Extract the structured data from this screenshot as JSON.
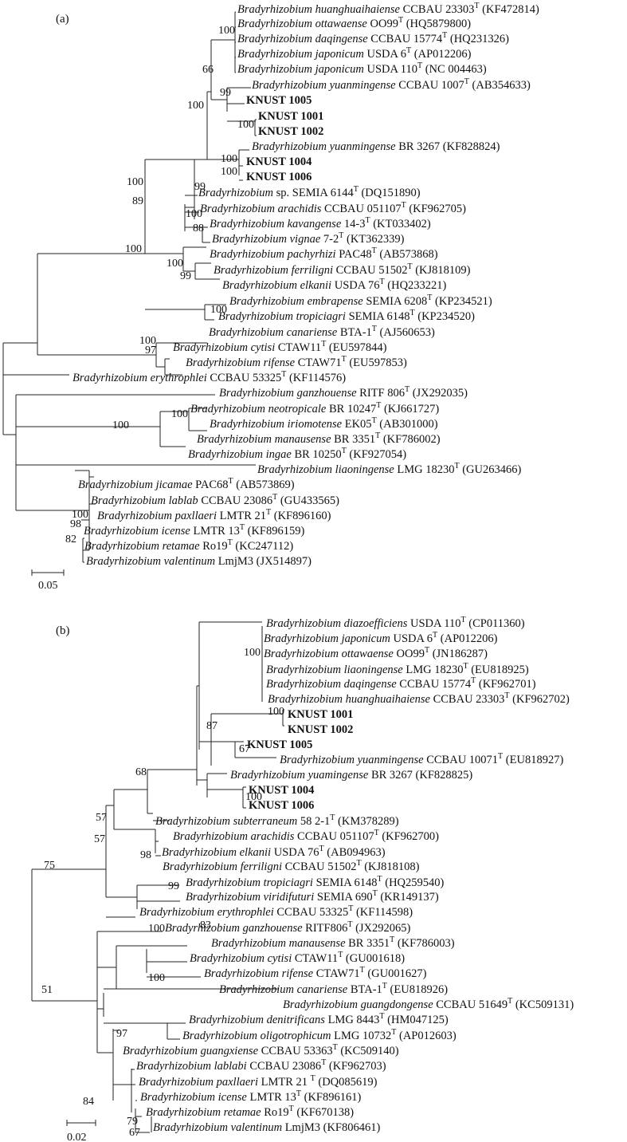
{
  "panels": [
    {
      "label": "(a)",
      "scale_label": "0.05",
      "taxa": [
        {
          "genus": "Bradyrhizobium",
          "species": "huanghuaihaiense",
          "strain": "CCBAU 23303",
          "type": true,
          "acc": "(KF472814)"
        },
        {
          "genus": "Bradyrhizobium",
          "species": "ottawaense",
          "strain": "OO99",
          "type": true,
          "acc": "(HQ5879800)"
        },
        {
          "genus": "Bradyrhizobium",
          "species": "daqingense",
          "strain": "CCBAU 15774",
          "type": true,
          "acc": "(HQ231326)"
        },
        {
          "genus": "Bradyrhizobium",
          "species": "japonicum",
          "strain": "USDA 6",
          "type": true,
          "acc": "(AP012206)"
        },
        {
          "genus": "Bradyrhizobium",
          "species": "japonicum",
          "strain": "USDA 110",
          "type": true,
          "acc": "(NC 004463)"
        },
        {
          "genus": "Bradyrhizobium",
          "species": "yuanmingense",
          "strain": "CCBAU 1007",
          "type": true,
          "acc": "(AB354633)"
        },
        {
          "genus": "",
          "species": "",
          "strain": "KNUST 1005",
          "type": false,
          "acc": "",
          "bold": true
        },
        {
          "genus": "",
          "species": "",
          "strain": "KNUST 1001",
          "type": false,
          "acc": "",
          "bold": true
        },
        {
          "genus": "",
          "species": "",
          "strain": "KNUST 1002",
          "type": false,
          "acc": "",
          "bold": true
        },
        {
          "genus": "Bradyrhizobium",
          "species": "yuanmingense",
          "strain": "BR 3267",
          "type": false,
          "acc": "(KF828824)"
        },
        {
          "genus": "",
          "species": "",
          "strain": "KNUST 1004",
          "type": false,
          "acc": "",
          "bold": true
        },
        {
          "genus": "",
          "species": "",
          "strain": "KNUST 1006",
          "type": false,
          "acc": "",
          "bold": true
        },
        {
          "genus": "Bradyrhizobium",
          "species": "",
          "strain": "sp. SEMIA 6144",
          "type": true,
          "acc": "(DQ151890)"
        },
        {
          "genus": "Bradyrhizobium",
          "species": "arachidis",
          "strain": "CCBAU 051107",
          "type": true,
          "acc": "(KF962705)"
        },
        {
          "genus": "Bradyrhizobium",
          "species": "kavangense",
          "strain": "14-3",
          "type": true,
          "acc": "(KT033402)"
        },
        {
          "genus": "Bradyrhizobium",
          "species": "vignae",
          "strain": "7-2",
          "type": true,
          "acc": "(KT362339)"
        },
        {
          "genus": "Bradyrhizobium",
          "species": "pachyrhizi",
          "strain": "PAC48",
          "type": true,
          "acc": "(AB573868)"
        },
        {
          "genus": "Bradyrhizobium",
          "species": "ferriligni",
          "strain": "CCBAU 51502",
          "type": true,
          "acc": "(KJ818109)"
        },
        {
          "genus": "Bradyrhizobium",
          "species": "elkanii",
          "strain": "USDA 76",
          "type": true,
          "acc": "(HQ233221)"
        },
        {
          "genus": "Bradyrhizobium",
          "species": "embrapense",
          "strain": "SEMIA 6208",
          "type": true,
          "acc": "(KP234521)"
        },
        {
          "genus": "Bradyrhizobium",
          "species": "tropiciagri",
          "strain": "SEMIA 6148",
          "type": true,
          "acc": "(KP234520)"
        },
        {
          "genus": "Bradyrhizobium",
          "species": "canariense",
          "strain": "BTA-1",
          "type": true,
          "acc": "(AJ560653)"
        },
        {
          "genus": "Bradyrhizobium",
          "species": "cytisi",
          "strain": "CTAW11",
          "type": true,
          "acc": "(EU597844)"
        },
        {
          "genus": "Bradyrhizobium",
          "species": "rifense",
          "strain": "CTAW71",
          "type": true,
          "acc": "(EU597853)"
        },
        {
          "genus": "Bradyrhizobium",
          "species": "erythrophlei",
          "strain": "CCBAU 53325",
          "type": true,
          "acc": "(KF114576)"
        },
        {
          "genus": "Bradyrhizobium",
          "species": "ganzhouense",
          "strain": "RITF 806",
          "type": true,
          "acc": "(JX292035)"
        },
        {
          "genus": "Bradyrhizobium",
          "species": "neotropicale",
          "strain": "BR 10247",
          "type": true,
          "acc": "(KJ661727)"
        },
        {
          "genus": "Bradyrhizobium",
          "species": "iriomotense",
          "strain": "EK05",
          "type": true,
          "acc": "(AB301000)"
        },
        {
          "genus": "Bradyrhizobium",
          "species": "manausense",
          "strain": "BR 3351",
          "type": true,
          "acc": "(KF786002)"
        },
        {
          "genus": "Bradyrhizobium",
          "species": "ingae",
          "strain": "BR 10250",
          "type": true,
          "acc": "(KF927054)"
        },
        {
          "genus": "Bradyrhizobium",
          "species": "liaoningense",
          "strain": "LMG 18230",
          "type": true,
          "acc": "(GU263466)"
        },
        {
          "genus": "Bradyrhizobium",
          "species": "jicamae",
          "strain": "PAC68",
          "type": true,
          "acc": "(AB573869)"
        },
        {
          "genus": "Bradyrhizobium",
          "species": "lablab",
          "strain": "CCBAU 23086",
          "type": true,
          "acc": "(GU433565)"
        },
        {
          "genus": "Bradyrhizobium",
          "species": "paxllaeri",
          "strain": "LMTR 21",
          "type": true,
          "acc": "(KF896160)"
        },
        {
          "genus": "Bradyrhizobium",
          "species": "icense",
          "strain": "LMTR 13",
          "type": true,
          "acc": "(KF896159)"
        },
        {
          "genus": "Bradyrhizobium",
          "species": "retamae",
          "strain": "Ro19",
          "type": true,
          "acc": "(KC247112)"
        },
        {
          "genus": "Bradyrhizobium",
          "species": "valentinum",
          "strain": "LmjM3",
          "type": false,
          "acc": "(JX514897)"
        }
      ],
      "bootstrap": [
        "100",
        "66",
        "99",
        "100",
        "100",
        "100",
        "100",
        "100",
        "99",
        "100",
        "88",
        "89",
        "100",
        "100",
        "99",
        "100",
        "100",
        "97",
        "100",
        "100",
        "100",
        "98",
        "82"
      ]
    },
    {
      "label": "(b)",
      "scale_label": "0.02",
      "taxa": [
        {
          "genus": "Bradyrhizobium",
          "species": "diazoefficiens",
          "strain": "USDA 110",
          "type": true,
          "acc": "(CP011360)"
        },
        {
          "genus": "Bradyrhizobium",
          "species": "japonicum",
          "strain": "USDA 6",
          "type": true,
          "acc": "(AP012206)"
        },
        {
          "genus": "Bradyrhizobium",
          "species": "ottawaense",
          "strain": "OO99",
          "type": true,
          "acc": "(JN186287)"
        },
        {
          "genus": "Bradyrhizobium",
          "species": "liaoningense",
          "strain": "LMG 18230",
          "type": true,
          "acc": "(EU818925)"
        },
        {
          "genus": "Bradyrhizobium",
          "species": "daqingense",
          "strain": "CCBAU 15774",
          "type": true,
          "acc": "(KF962701)"
        },
        {
          "genus": "Bradyrhizobium",
          "species": "huanghuaihaiense",
          "strain": "CCBAU 23303",
          "type": true,
          "acc": "(KF962702)"
        },
        {
          "genus": "",
          "species": "",
          "strain": "KNUST 1001",
          "type": false,
          "acc": "",
          "bold": true
        },
        {
          "genus": "",
          "species": "",
          "strain": "KNUST 1002",
          "type": false,
          "acc": "",
          "bold": true
        },
        {
          "genus": "",
          "species": "",
          "strain": "KNUST 1005",
          "type": false,
          "acc": "",
          "bold": true
        },
        {
          "genus": "Bradyrhizobium",
          "species": "yuanmingense",
          "strain": "CCBAU 10071",
          "type": true,
          "acc": "(EU818927)"
        },
        {
          "genus": "Bradyrhizobium",
          "species": "yuamingense",
          "strain": "BR 3267",
          "type": false,
          "acc": "(KF828825)"
        },
        {
          "genus": "",
          "species": "",
          "strain": "KNUST 1004",
          "type": false,
          "acc": "",
          "bold": true
        },
        {
          "genus": "",
          "species": "",
          "strain": "KNUST 1006",
          "type": false,
          "acc": "",
          "bold": true
        },
        {
          "genus": "Bradyrhizobium",
          "species": "subterraneum",
          "strain": "58 2-1",
          "type": true,
          "acc": "(KM378289)"
        },
        {
          "genus": "Bradyrhizobium",
          "species": "arachidis",
          "strain": "CCBAU 051107",
          "type": true,
          "acc": "(KF962700)"
        },
        {
          "genus": "Bradyrhizobium",
          "species": "elkanii",
          "strain": "USDA 76",
          "type": true,
          "acc": "(AB094963)"
        },
        {
          "genus": "Bradyrhizobium",
          "species": "ferriligni",
          "strain": "CCBAU 51502",
          "type": true,
          "acc": "(KJ818108)"
        },
        {
          "genus": "Bradyrhizobium",
          "species": "tropiciagri",
          "strain": "SEMIA 6148",
          "type": true,
          "acc": "(HQ259540)"
        },
        {
          "genus": "Bradyrhizobium",
          "species": "viridifuturi",
          "strain": "SEMIA 690",
          "type": true,
          "acc": "(KR149137)"
        },
        {
          "genus": "Bradyrhizobium",
          "species": "erythrophlei",
          "strain": "CCBAU 53325",
          "type": true,
          "acc": "(KF114598)"
        },
        {
          "genus": "Bradyrhizobium",
          "species": "ganzhouense",
          "strain": "RITF806",
          "type": true,
          "acc": "(JX292065)"
        },
        {
          "genus": "Bradyrhizobium",
          "species": "manausense",
          "strain": "BR 3351",
          "type": true,
          "acc": "(KF786003)"
        },
        {
          "genus": "Bradyrhizobium",
          "species": "cytisi",
          "strain": "CTAW11",
          "type": true,
          "acc": "(GU001618)"
        },
        {
          "genus": "Bradyrhizobium",
          "species": "rifense",
          "strain": "CTAW71",
          "type": true,
          "acc": "(GU001627)"
        },
        {
          "genus": "Bradyrhizobium",
          "species": "canariense",
          "strain": "BTA-1",
          "type": true,
          "acc": "(EU818926)"
        },
        {
          "genus": "Bradyrhizobium",
          "species": "guangdongense",
          "strain": "CCBAU 51649",
          "type": true,
          "acc": "(KC509131)"
        },
        {
          "genus": "Bradyrhizobium",
          "species": "denitrificans",
          "strain": "LMG 8443",
          "type": true,
          "acc": "(HM047125)"
        },
        {
          "genus": "Bradyrhizobium",
          "species": "oligotrophicum",
          "strain": "LMG 10732",
          "type": true,
          "acc": "(AP012603)"
        },
        {
          "genus": "Bradyrhizobium",
          "species": "guangxiense",
          "strain": "CCBAU 53363",
          "type": true,
          "acc": "(KC509140)"
        },
        {
          "genus": "Bradyrhizobium",
          "species": "lablabi",
          "strain": "CCBAU 23086",
          "type": true,
          "acc": "(KF962703)"
        },
        {
          "genus": "Bradyrhizobium",
          "species": "paxllaeri",
          "strain": "LMTR 21 ",
          "type": true,
          "acc": "(DQ085619)"
        },
        {
          "genus": "Bradyrhizobium",
          "species": "icense",
          "strain": "LMTR 13",
          "type": true,
          "acc": "(KF896161)"
        },
        {
          "genus": "Bradyrhizobium",
          "species": "retamae",
          "strain": "Ro19",
          "type": true,
          "acc": "(KF670138)"
        },
        {
          "genus": "Bradyrhizobium",
          "species": "valentinum",
          "strain": "LmjM3",
          "type": false,
          "acc": "(KF806461)"
        }
      ],
      "bootstrap": [
        "100",
        "100",
        "87",
        "67",
        "68",
        "100",
        "57",
        "57",
        "98",
        "75",
        "99",
        "83",
        "100",
        "100",
        "97",
        "51",
        "84",
        "79",
        "67"
      ]
    }
  ]
}
